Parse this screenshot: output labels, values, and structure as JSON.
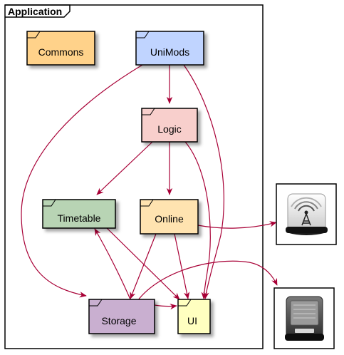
{
  "frame": {
    "title": "Application"
  },
  "components": {
    "commons": {
      "label": "Commons",
      "fill": "#FFD28A"
    },
    "unimods": {
      "label": "UniMods",
      "fill": "#C0D4FF"
    },
    "logic": {
      "label": "Logic",
      "fill": "#F8CFCC"
    },
    "timetable": {
      "label": "Timetable",
      "fill": "#B8D4B4"
    },
    "online": {
      "label": "Online",
      "fill": "#FFE3B0"
    },
    "storage": {
      "label": "Storage",
      "fill": "#C9AFD0"
    },
    "ui": {
      "label": "UI",
      "fill": "#FFFFC0"
    }
  },
  "externals": {
    "internet": {
      "icon": "antenna-icon"
    },
    "storage_device": {
      "icon": "hard-drive-icon"
    }
  },
  "colors": {
    "arrow": "#A80036",
    "border": "#000000",
    "background": "#FFFFFF"
  }
}
